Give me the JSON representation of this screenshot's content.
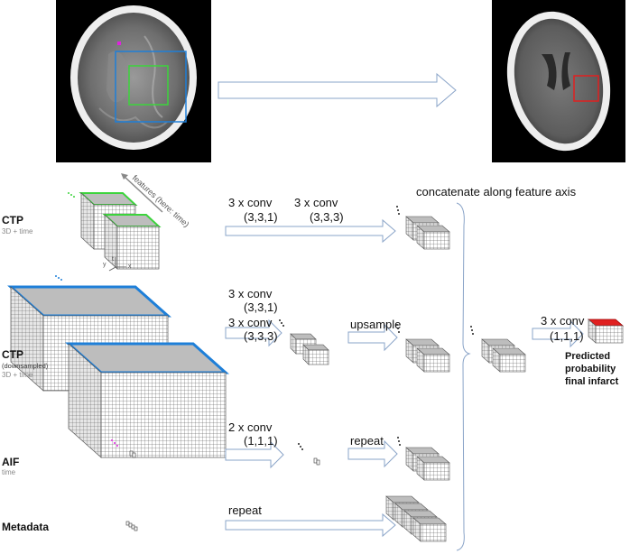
{
  "labels": {
    "conv3_311": "3 x conv",
    "conv3_311_k": "(3,3,1)",
    "conv3_333": "3 x conv",
    "conv3_333_k": "(3,3,3)",
    "concat": "concatenate along feature axis",
    "mid_conv_a": "3 x conv",
    "mid_conv_a_k": "(3,3,1)",
    "mid_conv_b": "3 x conv",
    "mid_conv_b_k": "(3,3,3)",
    "upsample": "upsample",
    "final_conv": "3 x conv",
    "final_conv_k": "(1,1,1)",
    "aif_conv": "2 x conv",
    "aif_conv_k": "(1,1,1)",
    "repeat_aif": "repeat",
    "repeat_meta": "repeat",
    "features_axis": "features (here: time)",
    "axis_x": "x",
    "axis_y": "y",
    "axis_t": "t"
  },
  "rows": [
    {
      "title": "CTP",
      "sub": "3D + time"
    },
    {
      "title": "CTP",
      "mid": "(downsampled)",
      "sub": "3D + time"
    },
    {
      "title": "AIF",
      "sub": "time"
    },
    {
      "title": "Metadata"
    }
  ],
  "output": {
    "line1": "Predicted",
    "line2": "probability",
    "line3": "final infarct"
  },
  "colors": {
    "green_roi": "#3cd43c",
    "blue_roi": "#1e7fd8",
    "red_roi": "#e02020",
    "magenta": "#e020e0",
    "face_gray": "#bdbdbd",
    "arrow": "#8aa4c8"
  }
}
